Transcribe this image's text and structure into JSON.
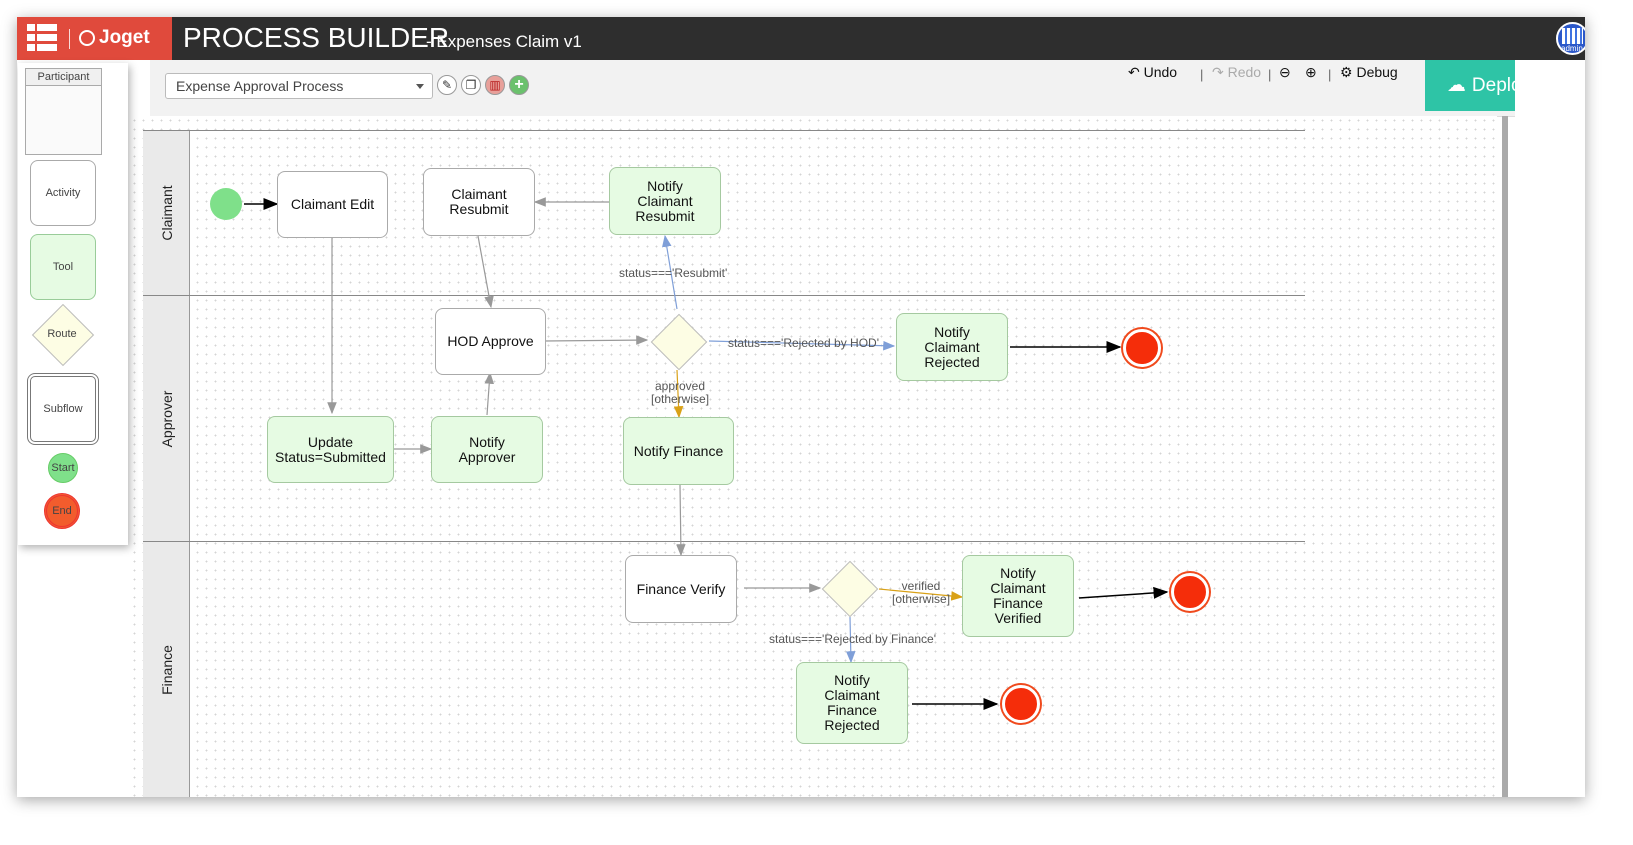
{
  "header": {
    "brand": "Joget",
    "title": "PROCESS BUILDER",
    "subtitle": "- Expenses Claim v1",
    "avatar_text": "admin"
  },
  "toolbar": {
    "process_select_value": "Expense Approval Process",
    "undo": "Undo",
    "redo": "Redo",
    "debug": "Debug",
    "separator": "|",
    "deploy": "Deploy"
  },
  "palette": {
    "participant": "Participant",
    "activity": "Activity",
    "tool": "Tool",
    "route": "Route",
    "subflow": "Subflow",
    "start": "Start",
    "end": "End"
  },
  "lanes": {
    "claimant": "Claimant",
    "approver": "Approver",
    "finance": "Finance"
  },
  "nodes": {
    "claimant_edit": "Claimant Edit",
    "claimant_resubmit": "Claimant Resubmit",
    "notify_claimant_resubmit": "Notify Claimant Resubmit",
    "hod_approve": "HOD Approve",
    "notify_claimant_rejected": "Notify Claimant Rejected",
    "update_status": "Update Status=Submitted",
    "notify_approver": "Notify Approver",
    "notify_finance": "Notify Finance",
    "finance_verify": "Finance Verify",
    "notify_claimant_finance_verified": "Notify Claimant Finance Verified",
    "notify_claimant_finance_rejected": "Notify Claimant Finance Rejected"
  },
  "conditions": {
    "resubmit": "status==='Resubmit'",
    "rejected_by_hod": "status==='Rejected by HOD'",
    "approved": "approved",
    "otherwise_1": "[otherwise]",
    "verified": "verified",
    "otherwise_2": "[otherwise]",
    "rejected_by_finance": "status==='Rejected by Finance'"
  },
  "colors": {
    "header_bg": "#2e2e2e",
    "brand_red": "#e04a3c",
    "deploy_teal": "#2ec4a6",
    "tool_fill": "#e6fbe3",
    "start_green": "#7fe08a",
    "end_red": "#f52d0a",
    "flow_blue": "#7f9fd8",
    "flow_gold": "#d9a117"
  },
  "icons": {
    "apps": "apps-grid-icon",
    "undo": "undo-icon",
    "redo": "redo-icon",
    "zoom_out": "zoom-out-icon",
    "zoom_in": "zoom-in-icon",
    "debug": "gear-icon",
    "deploy": "cloud-upload-icon"
  }
}
